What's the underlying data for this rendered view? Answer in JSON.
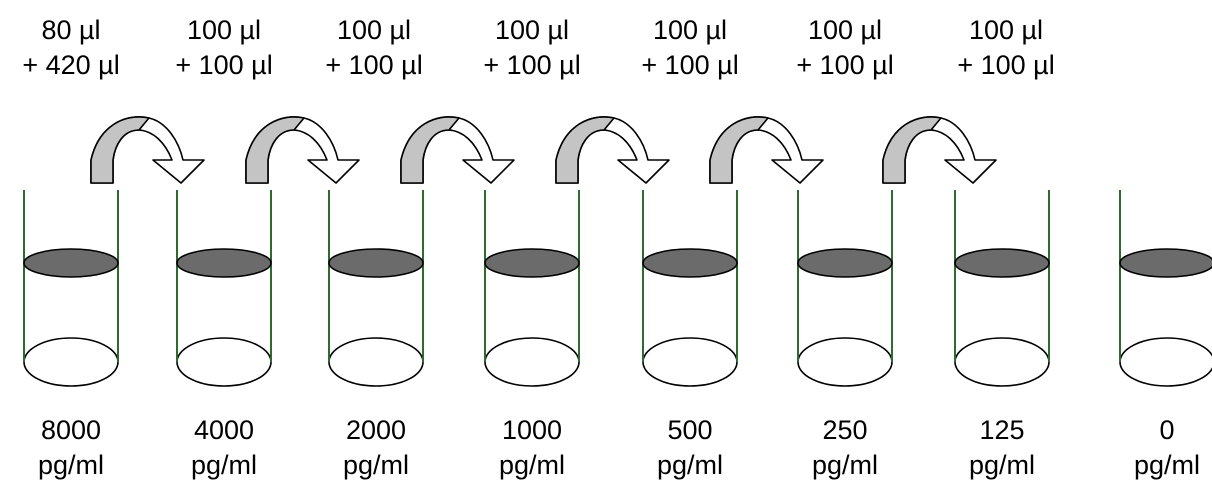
{
  "colors": {
    "tube_wall": "#2e6b2e",
    "liquid_fill": "#6b6b6b",
    "arrow_fill": "#c4c4c4",
    "outline": "#000000"
  },
  "transfers": [
    {
      "line1": "80 µl",
      "line2": "+ 420 µl"
    },
    {
      "line1": "100 µl",
      "line2": "+ 100 µl"
    },
    {
      "line1": "100 µl",
      "line2": "+ 100 µl"
    },
    {
      "line1": "100 µl",
      "line2": "+ 100 µl"
    },
    {
      "line1": "100 µl",
      "line2": "+ 100 µl"
    },
    {
      "line1": "100 µl",
      "line2": "+ 100 µl"
    },
    {
      "line1": "100 µl",
      "line2": "+ 100 µl"
    }
  ],
  "tubes": [
    {
      "concentration": "8000",
      "unit": "pg/ml"
    },
    {
      "concentration": "4000",
      "unit": "pg/ml"
    },
    {
      "concentration": "2000",
      "unit": "pg/ml"
    },
    {
      "concentration": "1000",
      "unit": "pg/ml"
    },
    {
      "concentration": "500",
      "unit": "pg/ml"
    },
    {
      "concentration": "250",
      "unit": "pg/ml"
    },
    {
      "concentration": "125",
      "unit": "pg/ml"
    },
    {
      "concentration": "0",
      "unit": "pg/ml"
    }
  ]
}
